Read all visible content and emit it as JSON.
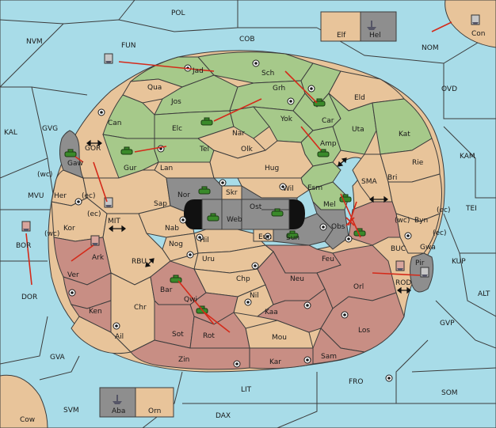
{
  "colors": {
    "sea": "#a8dce8",
    "green_power": "#a6c98a",
    "tan_power": "#e8c49a",
    "red_power": "#c88e84",
    "grey_power": "#8e8e8e",
    "order_arrow": "#d42a1a"
  },
  "sea_labels": {
    "pol": "POL",
    "nvm": "NVM",
    "fun": "FUN",
    "cob": "COB",
    "nom": "NOM",
    "ovd": "OVD",
    "kal": "KAL",
    "gvg": "GVG",
    "gor": "GOR",
    "mvu": "MVU",
    "mit": "MIT",
    "bor": "BOR",
    "dor": "DOR",
    "rbu": "RBU",
    "sma": "SMA",
    "kam": "KAM",
    "tei": "TEI",
    "buc": "BUC",
    "kup": "KUP",
    "rod": "ROD",
    "alt": "ALT",
    "gvp": "GVP",
    "gva": "GVA",
    "fro": "FRO",
    "som": "SOM",
    "lit": "LIT",
    "svm": "SVM",
    "dax": "DAX"
  },
  "land_labels": {
    "con": "Con",
    "elf": "Elf",
    "hel": "Hel",
    "jad": "Jad",
    "sch": "Sch",
    "qua": "Qua",
    "jos": "Jos",
    "grh": "Grh",
    "car": "Car",
    "eld": "Eld",
    "can": "Can",
    "elc": "Elc",
    "nar": "Nar",
    "yok": "Yok",
    "uta": "Uta",
    "kat": "Kat",
    "tel": "Tel",
    "olk": "Olk",
    "amp": "Amp",
    "gaw": "Gaw",
    "gur": "Gur",
    "lan": "Lan",
    "hug": "Hug",
    "rie": "Rie",
    "bri": "Bri",
    "her": "Her",
    "nor": "Nor",
    "skr": "Skr",
    "wil": "Wil",
    "esm": "Esm",
    "sap": "Sap",
    "ost": "Ost",
    "web": "Web",
    "mel": "Mel",
    "kor": "Kor",
    "byn": "Byn",
    "nab": "Nab",
    "obs": "Obs",
    "eun": "Eun",
    "sun": "Sun",
    "hil": "Hil",
    "ark": "Ark",
    "nog": "Nog",
    "gwa": "Gwa",
    "uru": "Uru",
    "feu": "Feu",
    "pir": "Pir",
    "ver": "Ver",
    "chp": "Chp",
    "neu": "Neu",
    "orl": "Orl",
    "bar": "Bar",
    "qwi": "Qwi",
    "nil": "Nil",
    "ken": "Ken",
    "chr": "Chr",
    "kaa": "Kaa",
    "los": "Los",
    "sot": "Sot",
    "rot": "Rot",
    "ail": "Ail",
    "mou": "Mou",
    "zin": "Zin",
    "kar": "Kar",
    "sam": "Sam",
    "cow": "Cow",
    "aba": "Aba",
    "orn": "Orn"
  },
  "coast_labels": {
    "wc1": "(wc)",
    "ec1": "(ec)",
    "ec2": "(ec)",
    "wc2": "(wc)",
    "wc3": "(wc)",
    "ec3": "(ec)",
    "ec4": "(ec)"
  }
}
